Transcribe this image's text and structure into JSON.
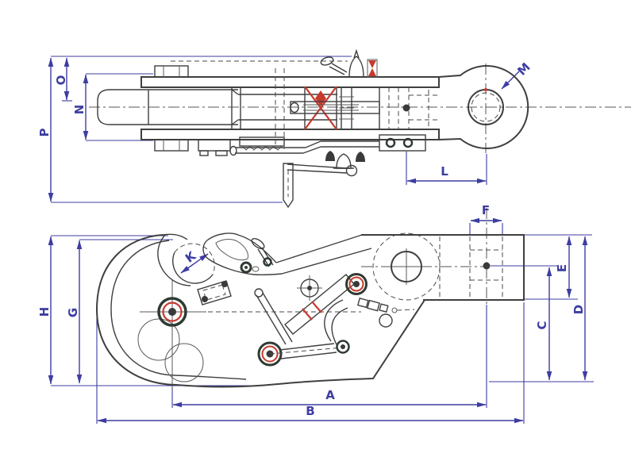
{
  "drawing": {
    "type": "engineering-dimension-drawing",
    "views": [
      {
        "id": "top-view",
        "dimension_ids": [
          "P",
          "O",
          "N",
          "M",
          "L"
        ]
      },
      {
        "id": "front-view",
        "dimension_ids": [
          "H",
          "G",
          "K",
          "F",
          "E",
          "D",
          "C",
          "A",
          "B"
        ]
      }
    ]
  },
  "dims": {
    "P": "P",
    "O": "O",
    "N": "N",
    "M": "M",
    "L": "L",
    "H": "H",
    "G": "G",
    "K": "K",
    "F": "F",
    "E": "E",
    "D": "D",
    "C": "C",
    "A": "A",
    "B": "B"
  },
  "colors": {
    "dimension": "#3d3da2",
    "outline": "#3f3f3f",
    "accent": "#c63a2e",
    "background": "#ffffff",
    "pivot": "#2f3a33"
  }
}
